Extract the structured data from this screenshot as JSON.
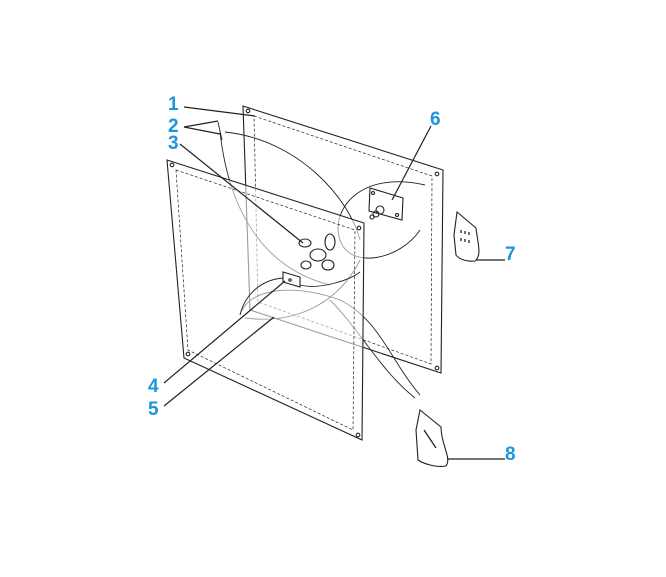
{
  "callouts": [
    {
      "label": "1"
    },
    {
      "label": "2"
    },
    {
      "label": "3"
    },
    {
      "label": "4"
    },
    {
      "label": "5"
    },
    {
      "label": "6"
    },
    {
      "label": "7"
    },
    {
      "label": "8"
    }
  ],
  "colors": {
    "callout": "#1b95dc",
    "line": "#222222"
  }
}
